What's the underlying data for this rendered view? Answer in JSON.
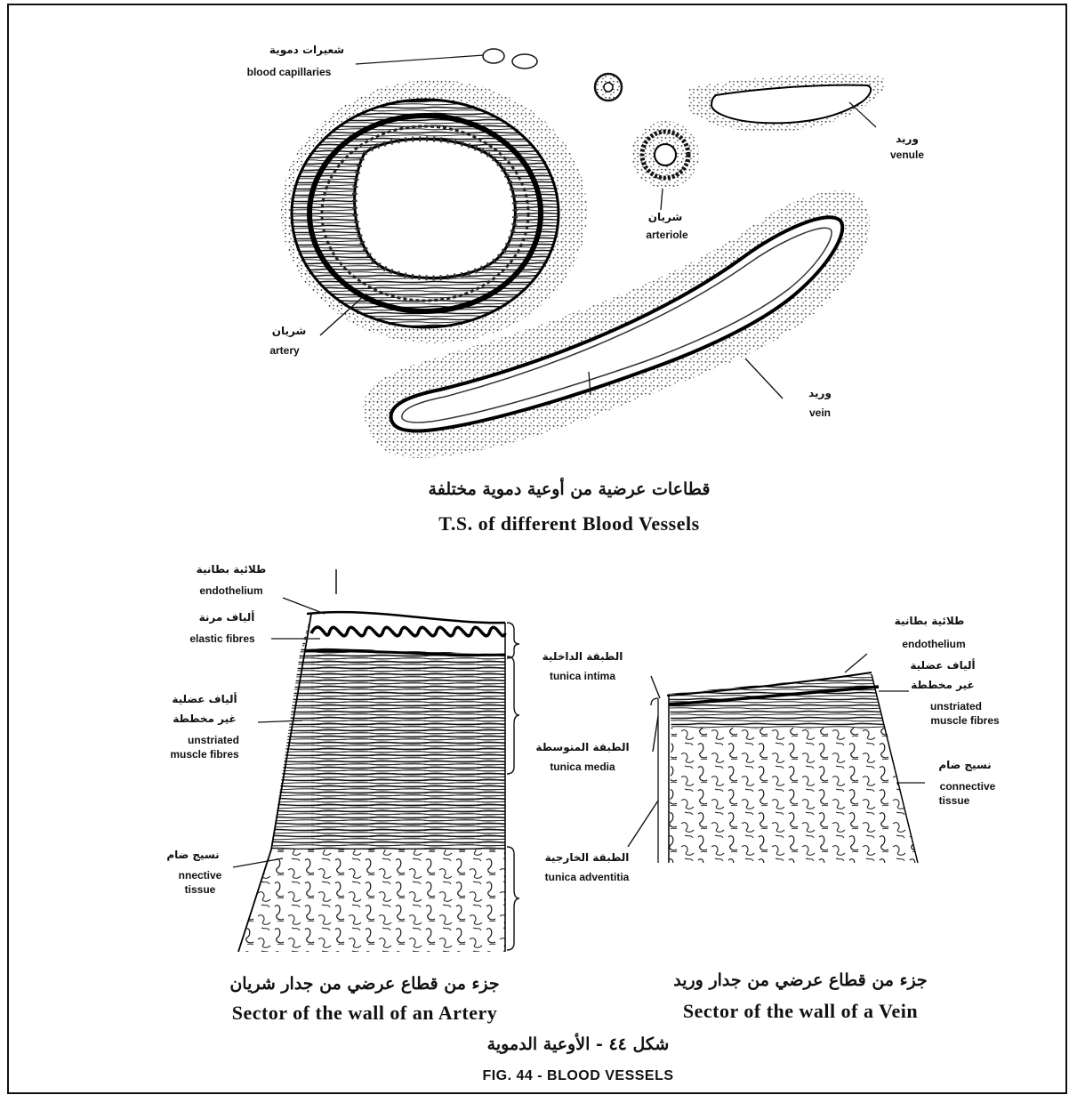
{
  "top_section": {
    "capillaries": {
      "ar": "شعيرات دموية",
      "en": "blood capillaries"
    },
    "venule": {
      "ar": "وريد",
      "en": "venule"
    },
    "arteriole": {
      "ar": "شريان",
      "en": "arteriole"
    },
    "artery": {
      "ar": "شريان",
      "en": "artery"
    },
    "vein": {
      "ar": "وريد",
      "en": "vein"
    },
    "caption_ar": "قطاعات عرضية من أوعية دموية مختلفة",
    "caption_en": "T.S. of different Blood Vessels"
  },
  "artery_wall": {
    "endothelium": {
      "ar": "طلائية بطانية",
      "en": "endothelium"
    },
    "elastic": {
      "ar": "ألياف مرنة",
      "en": "elastic fibres"
    },
    "muscle": {
      "ar1": "ألياف عضلية",
      "ar2": "غير مخططة",
      "en1": "unstriated",
      "en2": "muscle fibres"
    },
    "connective": {
      "ar": "نسيج ضام",
      "en1": "nnective",
      "en2": "tissue"
    },
    "caption_ar": "جزء من قطاع عرضي من جدار شريان",
    "caption_en": "Sector of the  wall of an Artery"
  },
  "tunics": {
    "intima": {
      "ar": "الطبقة الداخلية",
      "en": "tunica intima"
    },
    "media": {
      "ar": "الطبقة المتوسطة",
      "en": "tunica media"
    },
    "adventitia": {
      "ar": "الطبقة الخارجية",
      "en": "tunica adventitia"
    }
  },
  "vein_wall": {
    "endothelium": {
      "ar": "طلائية بطانية",
      "en": "endothelium"
    },
    "muscle": {
      "ar1": "ألياف عضلية",
      "ar2": "غير مخططة",
      "en1": "unstriated",
      "en2": "muscle fibres"
    },
    "connective": {
      "ar": "نسيج ضام",
      "en1": "connective",
      "en2": "tissue"
    },
    "caption_ar": "جزء من قطاع عرضي من جدار وريد",
    "caption_en": "Sector of the wall of a Vein"
  },
  "figure": {
    "ar": "شكل ٤٤ - الأوعية الدموية",
    "en": "FIG. 44 - BLOOD VESSELS"
  }
}
